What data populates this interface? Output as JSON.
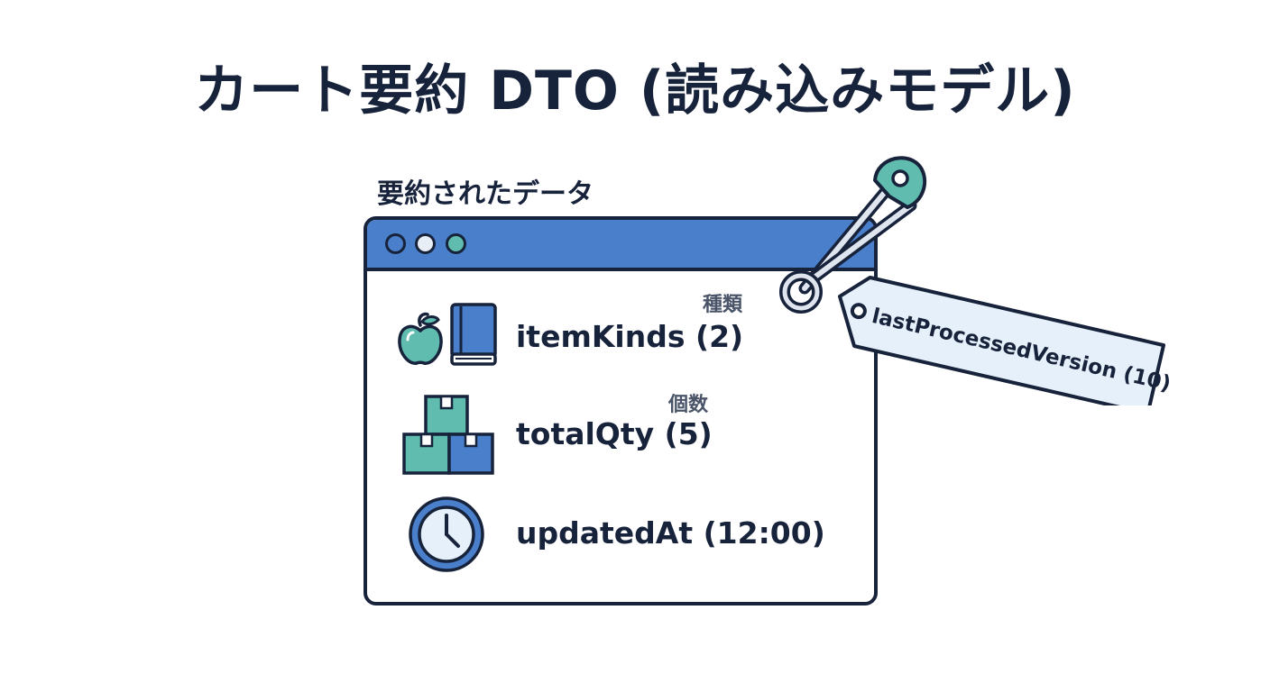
{
  "title": "カート要約 DTO (読み込みモデル)",
  "caption": "要約されたデータ",
  "window_controls": [
    "close",
    "minimize",
    "maximize"
  ],
  "rows": [
    {
      "label": "itemKinds (2)",
      "note": "種類",
      "icons": [
        "apple-icon",
        "book-icon"
      ]
    },
    {
      "label": "totalQty (5)",
      "note": "個数",
      "icons": [
        "boxes-icon"
      ]
    },
    {
      "label": "updatedAt (12:00)",
      "note": "",
      "icons": [
        "clock-icon"
      ]
    }
  ],
  "tag": {
    "label": "lastProcessedVersion (10)",
    "attachment": "safety-pin-icon"
  },
  "colors": {
    "accent_blue": "#4a7fcb",
    "accent_teal": "#5fbcae",
    "outline": "#17223b",
    "tag_fill": "#e6f0fa"
  }
}
